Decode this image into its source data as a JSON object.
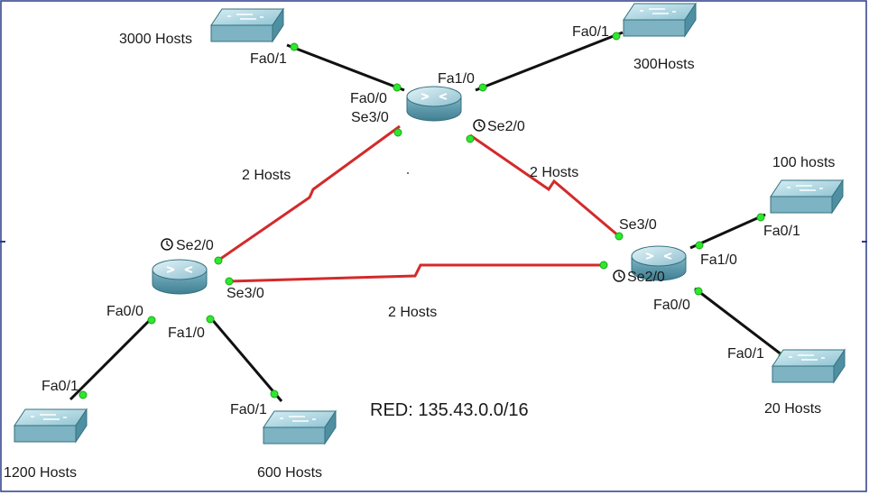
{
  "title": "",
  "colors": {
    "serial_link": "#d42a2a",
    "ethernet_link": "#111111",
    "port_up": "#2ee82e",
    "device_face": "#7fb6c6",
    "device_top": "#b9dfe9",
    "device_dark": "#4f8fa2",
    "frame": "#2a3c8a"
  },
  "routers": {
    "top": {
      "ports": {
        "fa0_0": "Fa0/0",
        "fa1_0": "Fa1/0",
        "se3_0": "Se3/0",
        "se2_0": "Se2/0"
      }
    },
    "left": {
      "ports": {
        "se2_0": "Se2/0",
        "se3_0": "Se3/0",
        "fa0_0": "Fa0/0",
        "fa1_0": "Fa1/0"
      }
    },
    "right": {
      "ports": {
        "se3_0": "Se3/0",
        "se2_0": "Se2/0",
        "fa1_0": "Fa1/0",
        "fa0_0": "Fa0/0"
      }
    }
  },
  "switches": {
    "s3000": {
      "label": "3000 Hosts",
      "port": "Fa0/1"
    },
    "s300": {
      "label": "300Hosts",
      "port": "Fa0/1"
    },
    "s100": {
      "label": "100 hosts",
      "port": "Fa0/1"
    },
    "s20": {
      "label": "20 Hosts",
      "port": "Fa0/1"
    },
    "s1200": {
      "label": "1200 Hosts",
      "port": "Fa0/1"
    },
    "s600": {
      "label": "600 Hosts",
      "port": "Fa0/1"
    }
  },
  "links": {
    "top_left_label": "2 Hosts",
    "top_right_label": "2 Hosts",
    "left_right_label": "2 Hosts"
  },
  "network_note": "RED: 135.43.0.0/16"
}
